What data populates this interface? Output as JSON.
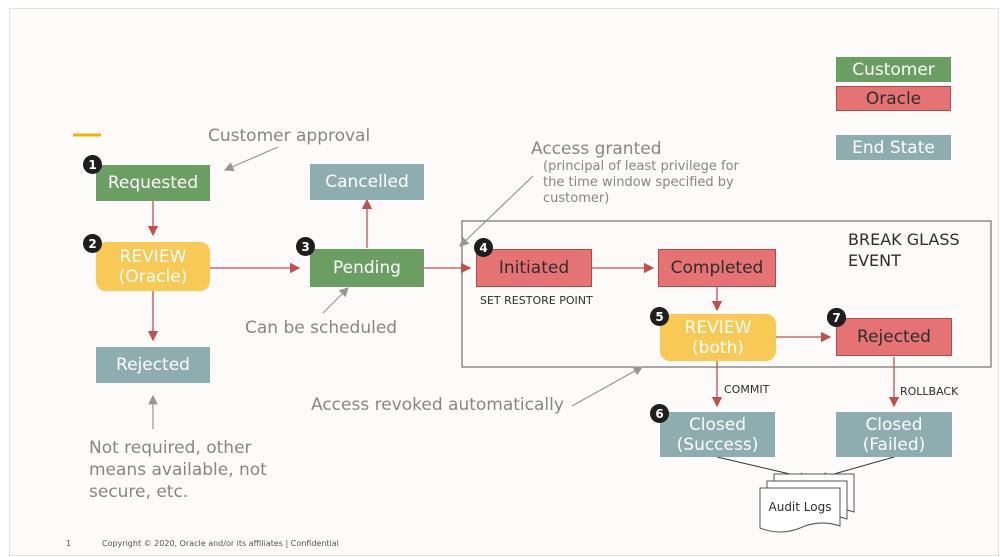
{
  "legend": {
    "customer": "Customer",
    "oracle": "Oracle",
    "end_state": "End State"
  },
  "nodes": {
    "requested": "Requested",
    "review_oracle_line1": "REVIEW",
    "review_oracle_line2": "(Oracle)",
    "rejected_left": "Rejected",
    "pending": "Pending",
    "cancelled": "Cancelled",
    "initiated": "Initiated",
    "completed": "Completed",
    "review_both_line1": "REVIEW",
    "review_both_line2": "(both)",
    "rejected_right": "Rejected",
    "closed_success_line1": "Closed",
    "closed_success_line2": "(Success)",
    "closed_failed_line1": "Closed",
    "closed_failed_line2": "(Failed)",
    "audit_logs": "Audit Logs"
  },
  "badges": [
    "1",
    "2",
    "3",
    "4",
    "5",
    "6",
    "7"
  ],
  "annotations": {
    "customer_approval": "Customer approval",
    "access_granted": "Access granted",
    "access_granted_detail": "(principal of least privilege for the time window specified by customer)",
    "can_be_scheduled": "Can be scheduled",
    "access_revoked": "Access revoked automatically",
    "not_required": "Not required, other means available, not secure, etc."
  },
  "break_glass": {
    "line1": "BREAK GLASS",
    "line2": "EVENT"
  },
  "edge_labels": {
    "set_restore_point": "SET RESTORE POINT",
    "commit": "COMMIT",
    "rollback": "ROLLBACK"
  },
  "footer": {
    "page_number": "1",
    "copyright": "Copyright © 2020, Oracle and/or its affiliates  |  Confidential"
  },
  "colors": {
    "customer": "#6b9e62",
    "oracle": "#e57373",
    "end_state": "#8eadb0",
    "review": "#f8c955",
    "arrow": "#c0504d",
    "accent": "#f0b400"
  }
}
